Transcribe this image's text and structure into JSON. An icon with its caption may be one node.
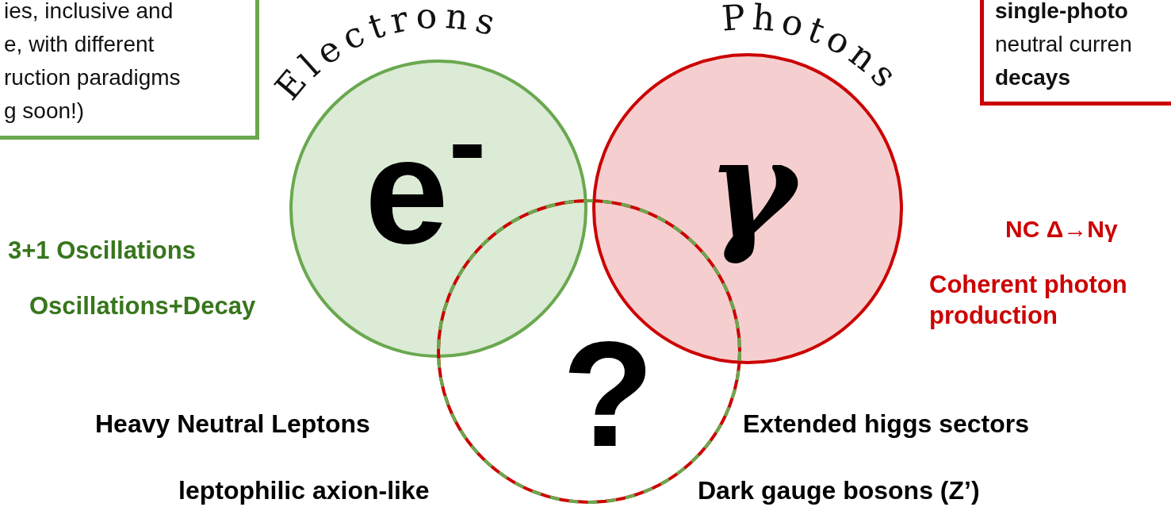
{
  "diagram": {
    "nodes": [
      {
        "text": [
          "ies, inclusive and e, with different ruction paradigms g soon!)"
        ]
      },
      {
        "text": [
          "**single-photo** neutral curren **decays**"
        ]
      },
      {
        "text": [
          "Electrons",
          "e$^{-}$"
        ]
      },
      {
        "text": [
          "Photons",
          "γ"
        ]
      },
      {
        "text": [
          "?"
        ]
      }
    ],
    "labels": [
      "3+1 Oscillations",
      "Oscillations+Decay",
      "NC Δ→Nγ",
      "Coherent photon production",
      "Heavy Neutral Leptons",
      "Extended higgs sectors",
      "leptophilic axion-like",
      "Dark gauge bosons (Z’)"
    ]
  }
}
